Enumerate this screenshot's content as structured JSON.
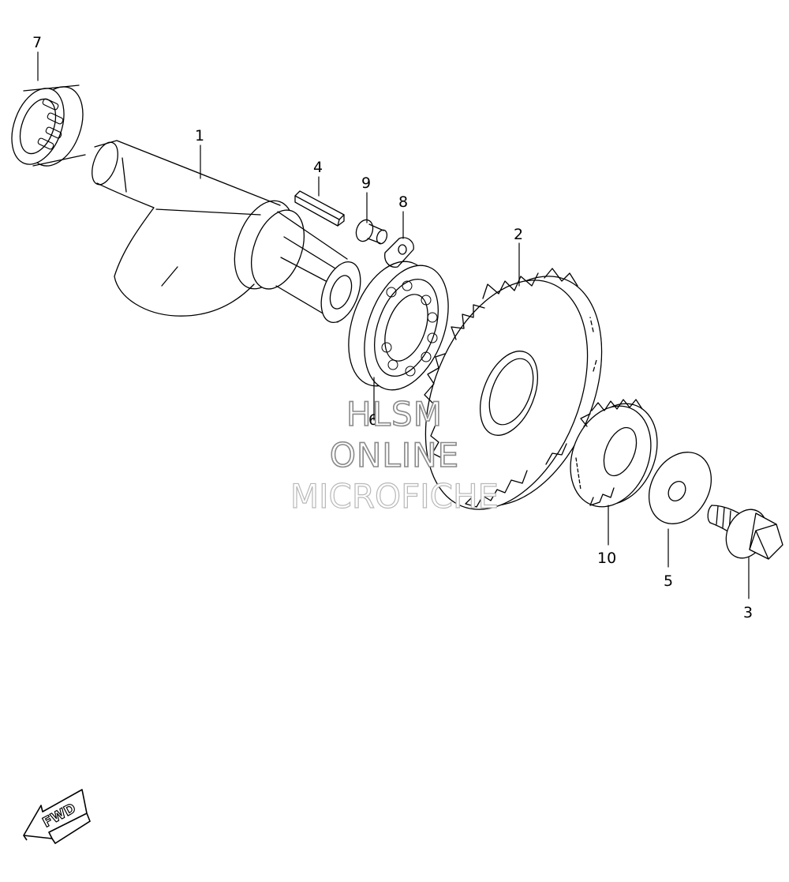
{
  "diagram": {
    "parts": [
      {
        "id": "1",
        "label": "1"
      },
      {
        "id": "2",
        "label": "2"
      },
      {
        "id": "3",
        "label": "3"
      },
      {
        "id": "4",
        "label": "4"
      },
      {
        "id": "5",
        "label": "5"
      },
      {
        "id": "6",
        "label": "6"
      },
      {
        "id": "7",
        "label": "7"
      },
      {
        "id": "8",
        "label": "8"
      },
      {
        "id": "9",
        "label": "9"
      },
      {
        "id": "10",
        "label": "10"
      }
    ],
    "watermark": [
      "HLSM",
      "ONLINE",
      "MICROFICHE"
    ],
    "direction_badge": "FWD"
  }
}
